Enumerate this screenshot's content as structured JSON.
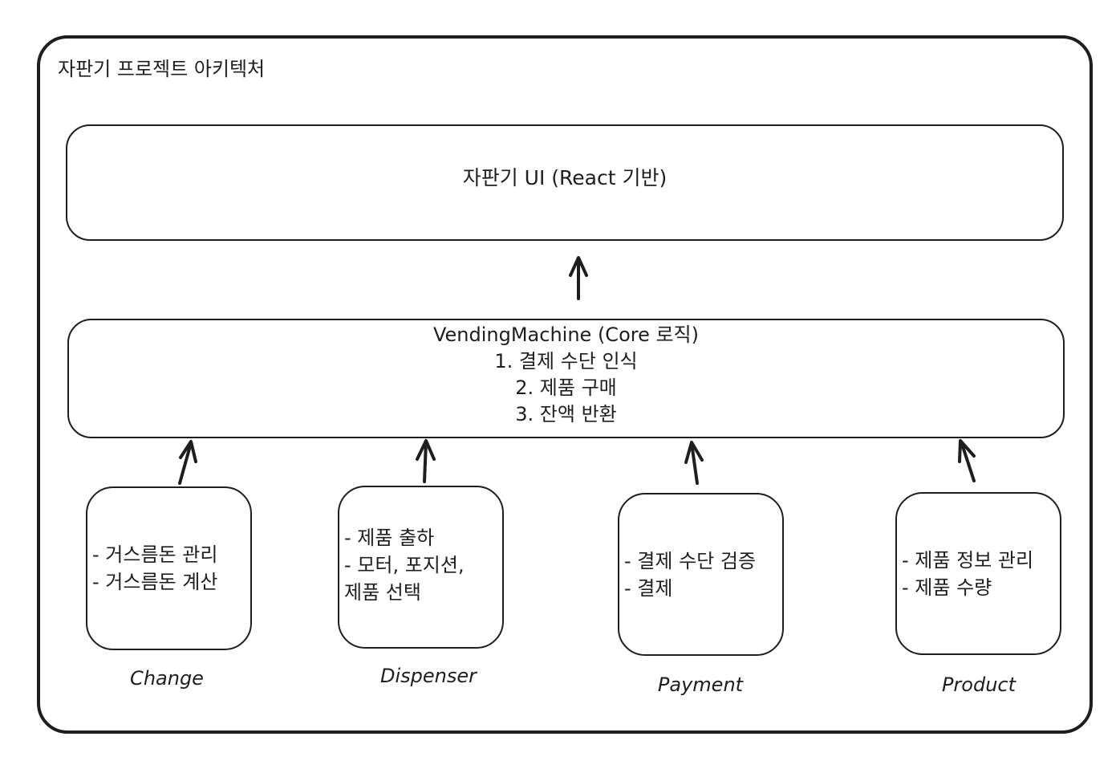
{
  "frame": {
    "title": "자판기 프로젝트 아키텍처"
  },
  "ui_layer": {
    "label": "자판기 UI (React 기반)"
  },
  "core": {
    "title": "VendingMachine (Core 로직)",
    "items": [
      "1. 결제 수단 인식",
      "2. 제품 구매",
      "3. 잔액 반환"
    ]
  },
  "modules": [
    {
      "name": "Change",
      "lines": [
        "- 거스름돈 관리",
        "- 거스름돈 계산"
      ]
    },
    {
      "name": "Dispenser",
      "lines": [
        "- 제품 출하",
        "- 모터, 포지션,",
        "제품 선택"
      ]
    },
    {
      "name": "Payment",
      "lines": [
        "- 결제 수단 검증",
        "- 결제"
      ]
    },
    {
      "name": "Product",
      "lines": [
        "- 제품 정보 관리",
        "- 제품 수량"
      ]
    }
  ],
  "colors": {
    "stroke": "#1e1e1e",
    "background": "#ffffff"
  }
}
